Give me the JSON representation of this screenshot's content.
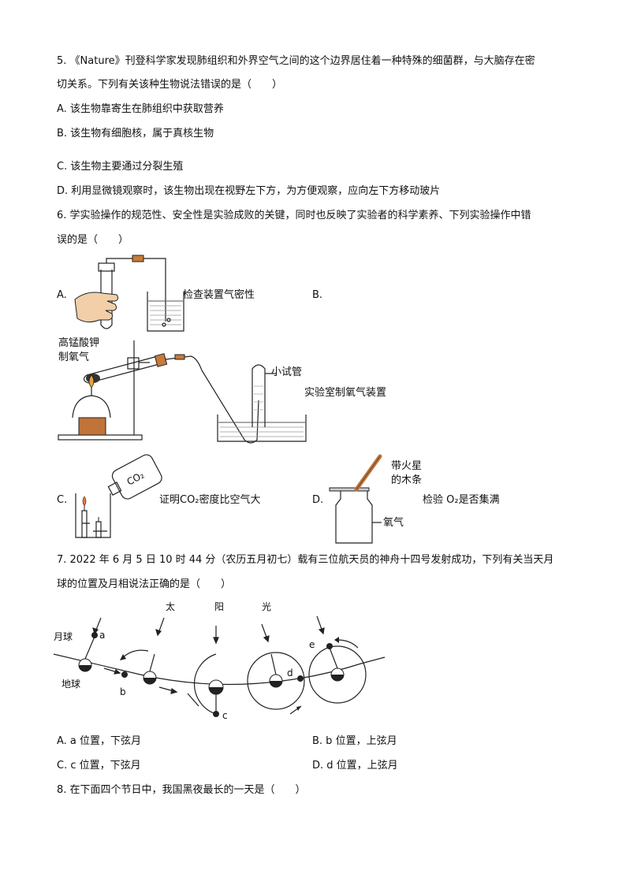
{
  "q5": {
    "stem_line1": "5. 《Nature》刊登科学家发现肺组织和外界空气之间的这个边界居住着一种特殊的细菌群，与大脑存在密",
    "stem_line2": "切关系。下列有关该种生物说法错误的是（　　）",
    "options": [
      "A. 该生物靠寄生在肺组织中获取营养",
      "B. 该生物有细胞核，属于真核生物",
      "C. 该生物主要通过分裂生殖",
      "D. 利用显微镜观察时，该生物出现在视野左下方，为方便观察，应向左下方移动玻片"
    ]
  },
  "q6": {
    "stem_line1": "6. 学实验操作的规范性、安全性是实验成败的关键，同时也反映了实验者的科学素养、下列实验操作中错",
    "stem_line2": "误的是（　　）",
    "optA_letter": "A.",
    "optA_caption": "检查装置气密性",
    "optB_letter": "B.",
    "optB_label_reagent_1": "高锰酸钾",
    "optB_label_reagent_2": "制氧气",
    "optB_label_tube": "小试管",
    "optB_caption": "实验室制氧气装置",
    "optC_letter": "C.",
    "optC_bottle_label": "CO₂",
    "optC_caption": "证明CO₂密度比空气大",
    "optD_letter": "D.",
    "optD_label_splint_1": "带火星",
    "optD_label_splint_2": "的木条",
    "optD_label_gas": "氧气",
    "optD_caption": "检验 O₂是否集满"
  },
  "q7": {
    "stem_line1": "7. 2022 年 6 月 5 日 10 时 44 分（农历五月初七）载有三位航天员的神舟十四号发射成功，下列有关当天月",
    "stem_line2": "球的位置及月相说法正确的是（　　）",
    "diagram": {
      "sun_1": "太",
      "sun_2": "阳",
      "sun_3": "光",
      "moon_label": "月球",
      "earth_label": "地球",
      "pos_a": "a",
      "pos_b": "b",
      "pos_c": "c",
      "pos_d": "d",
      "pos_e": "e"
    },
    "options": [
      "A. a 位置，下弦月",
      "B. b 位置，上弦月",
      "C. c 位置，下弦月",
      "D. d 位置，上弦月"
    ]
  },
  "q8": {
    "stem": "8. 在下面四个节日中，我国黑夜最长的一天是（　　）"
  }
}
